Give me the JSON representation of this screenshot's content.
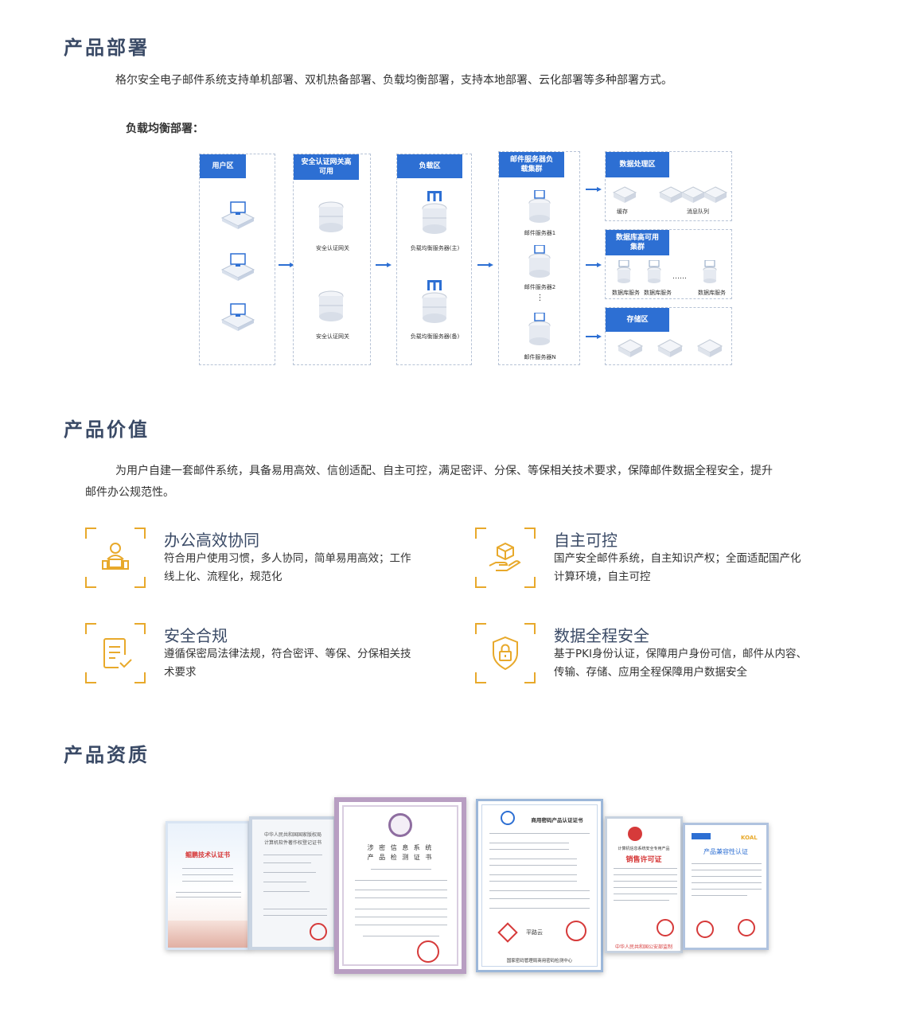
{
  "sections": {
    "deploy_title": "产品部署",
    "deploy_desc": "格尔安全电子邮件系统支持单机部署、双机热备部署、负载均衡部署，支持本地部署、云化部署等多种部署方式。",
    "deploy_sub": "负载均衡部署：",
    "value_title": "产品价值",
    "value_desc_1": "为用户自建一套邮件系统，具备易用高效、信创适配、自主可控，满足密评、分保、等保相关技术要求，保障邮件数据全程安全，提升",
    "value_desc_2": "邮件办公规范性。",
    "qual_title": "产品资质"
  },
  "diagram": {
    "user_zone": "用户区",
    "gateway_zone": "安全认证网关高可用",
    "gateway_label": "安全认证网关",
    "lb_zone": "负载区",
    "lb_main": "负载均衡服务器(主)",
    "lb_backup": "负载均衡服务器(备)",
    "mail_zone": "邮件服务器负载集群",
    "mail_1": "邮件服务器1",
    "mail_2": "邮件服务器2",
    "mail_n": "邮件服务器N",
    "vdots": "⋮",
    "data_zone": "数据处理区",
    "cache": "缓存",
    "queue": "消息队列",
    "db_zone": "数据库高可用集群",
    "db_service": "数据库服务",
    "hdots": "……",
    "storage_zone": "存储区",
    "accent": "#2d6fd3"
  },
  "values": [
    {
      "title": "办公高效协同",
      "desc": "符合用户使用习惯，多人协同，简单易用高效；工作线上化、流程化，规范化",
      "icon": "user-computer-icon"
    },
    {
      "title": "自主可控",
      "desc": "国产安全邮件系统，自主知识产权；全面适配国产化计算环境，自主可控",
      "icon": "hand-cube-icon"
    },
    {
      "title": "安全合规",
      "desc": "遵循保密局法律法规，符合密评、等保、分保相关技术要求",
      "icon": "document-check-icon"
    },
    {
      "title": "数据全程安全",
      "desc": "基于PKI身份认证，保障用户身份可信，邮件从内容、传输、存储、应用全程保障用户数据安全",
      "icon": "shield-lock-icon"
    }
  ],
  "certificates": {
    "c1_title": "鲲鹏技术认证书",
    "c2_title_1": "中华人民共和国国家版权局",
    "c2_title_2": "计算机软件著作权登记证书",
    "c3_title_1": "涉 密 信 息 系 统",
    "c3_title_2": "产 品 检 测 证 书",
    "c4_title": "商用密码产品认证证书",
    "c4_footer": "国家密码管理局商用密码检测中心",
    "c4_mark": "平路云",
    "c5_title_1": "计算机信息系统安全专用产品",
    "c5_title_2": "销售许可证",
    "c5_footer": "中华人民共和国公安部监制",
    "c6_title": "产品兼容性认证",
    "c6_logo": "KOAL",
    "accent_red": "#d63a3a",
    "accent_gold": "#e8a92b"
  }
}
